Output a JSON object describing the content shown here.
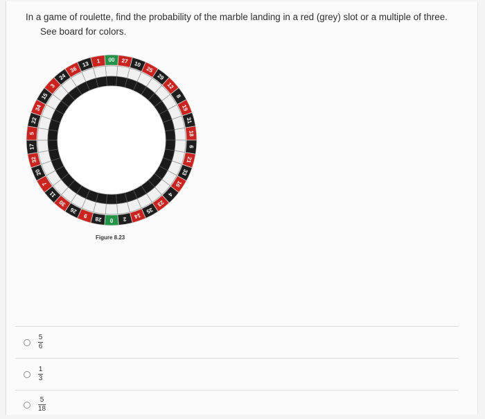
{
  "question": {
    "line1": "In a game of roulette, find the probability of the marble landing in a red (grey) slot or a multiple of three.",
    "line2": "See board for colors."
  },
  "figure": {
    "caption": "Figure 8.23",
    "wheel_numbers": [
      "00",
      "27",
      "10",
      "25",
      "29",
      "12",
      "8",
      "19",
      "31",
      "18",
      "6",
      "21",
      "33",
      "16",
      "4",
      "23",
      "35",
      "14",
      "2",
      "0",
      "28",
      "9",
      "26",
      "30",
      "11",
      "7",
      "20",
      "32",
      "17",
      "5",
      "22",
      "34",
      "15",
      "3",
      "24",
      "36",
      "13",
      "1"
    ],
    "colors": {
      "red": "#c9241f",
      "black": "#1e1e1e",
      "green": "#239447",
      "track_black": "#1a1a1a",
      "divider": "#d8d8d8"
    }
  },
  "options": [
    {
      "numerator": "5",
      "denominator": "6"
    },
    {
      "numerator": "1",
      "denominator": "3"
    },
    {
      "numerator": "5",
      "denominator": "18"
    }
  ]
}
